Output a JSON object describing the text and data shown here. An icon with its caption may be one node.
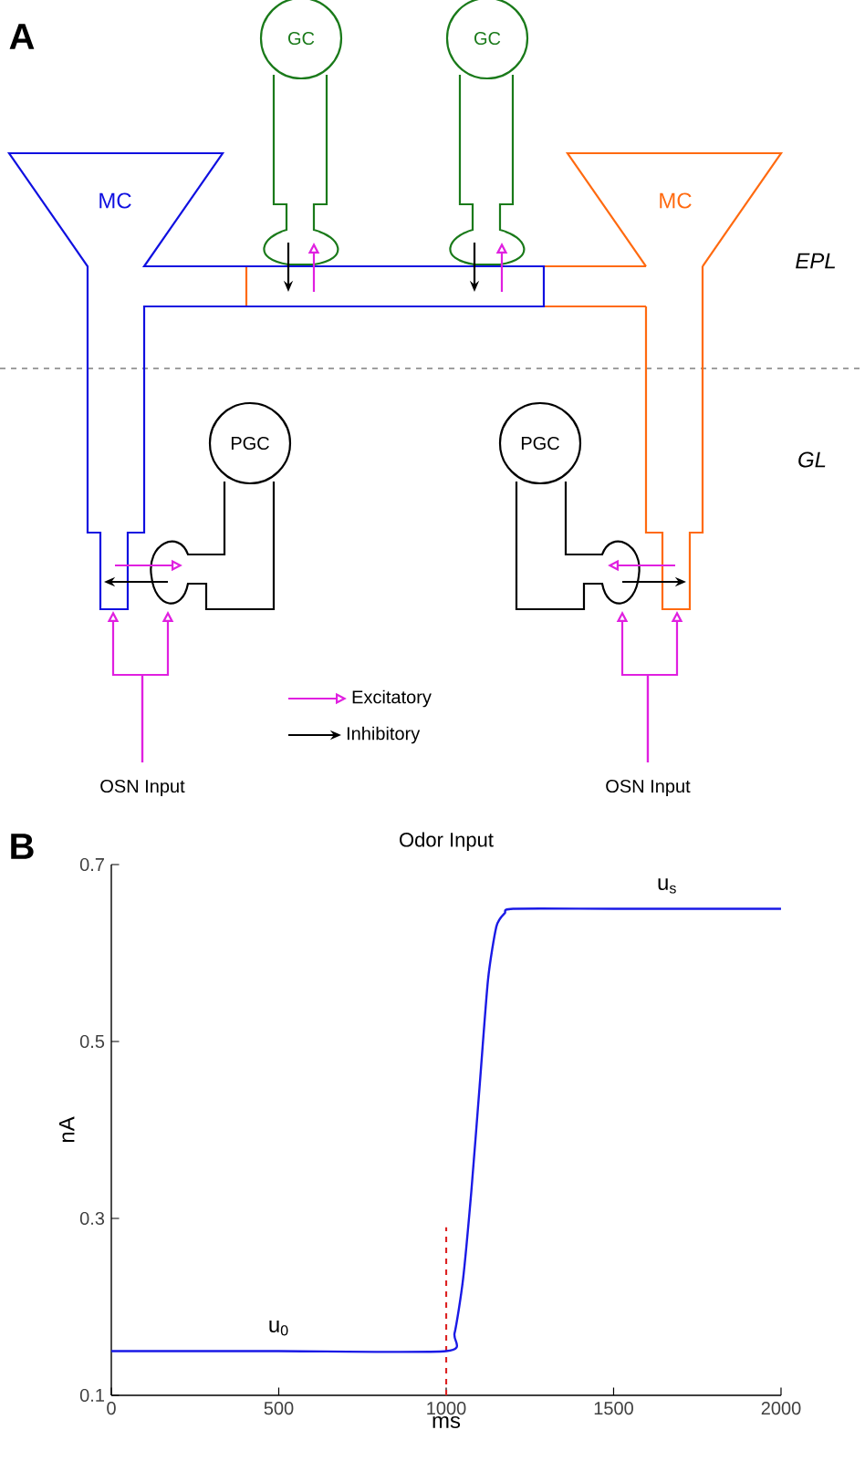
{
  "diagram": {
    "nodes": [
      {
        "text": [
          "GC"
        ]
      },
      {
        "text": [
          "GC"
        ]
      },
      {
        "text": [
          "MC"
        ]
      },
      {
        "text": [
          "MC"
        ]
      },
      {
        "text": [
          "PGC"
        ]
      },
      {
        "text": [
          "PGC"
        ]
      },
      {
        "text": [
          "OSN Input"
        ]
      },
      {
        "text": [
          "OSN Input"
        ]
      }
    ],
    "edges": [
      {
        "from": 0,
        "to": 2,
        "arrow": "to",
        "color": "#000000"
      },
      {
        "from": 2,
        "to": 0,
        "arrow": "to"
      },
      {
        "from": 1,
        "to": 2,
        "arrow": "to",
        "color": "#000000"
      },
      {
        "from": 2,
        "to": 1,
        "arrow": "to"
      },
      {
        "from": 2,
        "to": 4,
        "arrow": "to"
      },
      {
        "from": 4,
        "to": 2,
        "arrow": "to",
        "color": "#000000"
      },
      {
        "from": 3,
        "to": 5,
        "arrow": "to"
      },
      {
        "from": 5,
        "to": 3,
        "arrow": "to",
        "color": "#000000"
      },
      {
        "from": 6,
        "to": 2,
        "arrow": "to"
      },
      {
        "from": 6,
        "to": 4,
        "arrow": "to"
      },
      {
        "from": 7,
        "to": 3,
        "arrow": "to"
      },
      {
        "from": 7,
        "to": 5,
        "arrow": "to"
      }
    ],
    "labels": [
      "A",
      "EPL",
      "GL",
      "B"
    ],
    "legend": [
      {
        "text": "Excitatory"
      },
      {
        "text": "Inhibitory"
      }
    ],
    "chart_data": {
      "type": "line",
      "title": "Odor Input",
      "xlabel": "ms",
      "ylabel": "nA",
      "x": [
        0,
        500,
        1000,
        1025,
        1050,
        1075,
        1100,
        1125,
        1150,
        1175,
        1200,
        1500,
        2000
      ],
      "series": [
        {
          "color": "#1a1ae6",
          "values": [
            0.15,
            0.15,
            0.15,
            0.17,
            0.23,
            0.33,
            0.45,
            0.57,
            0.63,
            0.645,
            0.65,
            0.65,
            0.65
          ]
        }
      ],
      "xlim": [
        0,
        2000
      ],
      "ylim": [
        0.1,
        0.7
      ],
      "xticks": [
        0,
        500,
        1000,
        1500,
        2000
      ],
      "yticks": [
        0.1,
        0.3,
        0.5,
        0.7
      ],
      "annotations": [
        "u$_{0}$",
        "u$_{s}$"
      ]
    }
  }
}
